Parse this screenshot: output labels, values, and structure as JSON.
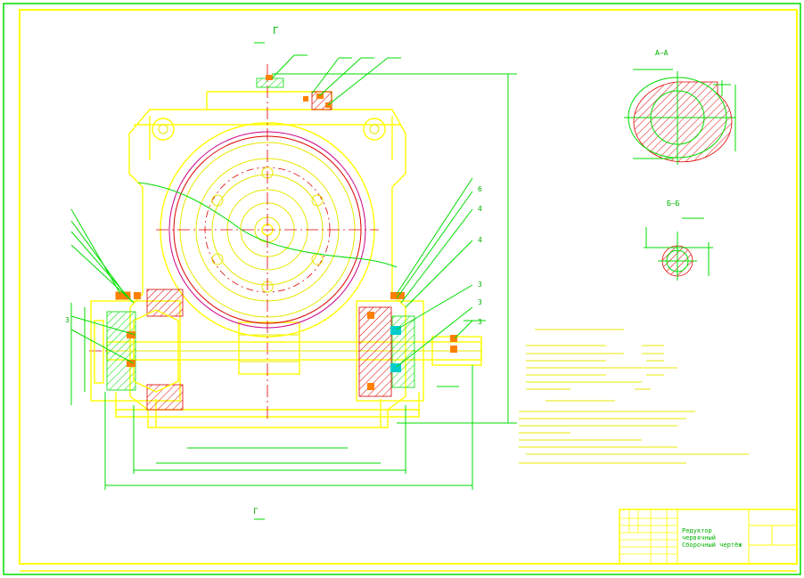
{
  "sheet": {
    "callout_numbers": [
      "6",
      "4",
      "4",
      "3",
      "3",
      "3",
      "3"
    ],
    "section_labels": [
      "А–А",
      "Б–Б"
    ],
    "title_block": {
      "title_line1": "Редуктор",
      "title_line2": "червячный",
      "title_line3": "Сборочный чертёж"
    }
  },
  "colors": {
    "background": "#ffffff",
    "frame": "#ffff00",
    "green": "#00dd00",
    "red": "#e00000",
    "orange": "#ff8000"
  }
}
